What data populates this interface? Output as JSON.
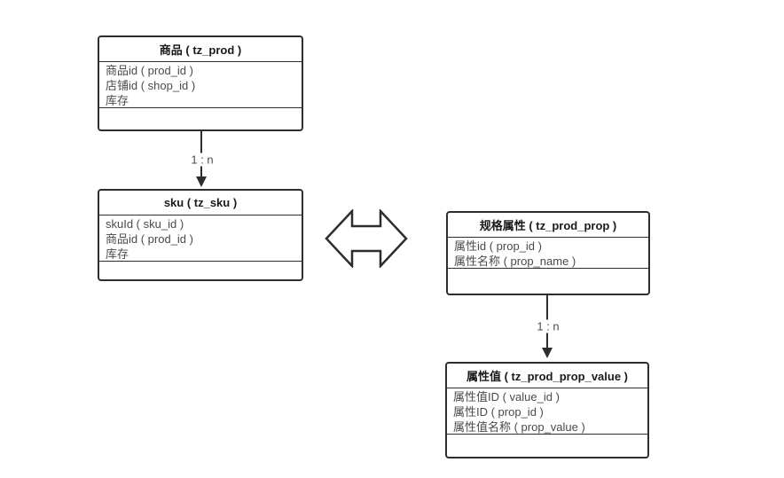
{
  "diagram": {
    "background_color": "#ffffff",
    "border_color": "#2d2d2d",
    "title_color": "#1a1a1a",
    "field_color": "#4a4a4a",
    "label_color": "#4d4d4d"
  },
  "entities": [
    {
      "name": "prod",
      "title": "商品 ( tz_prod )",
      "fields": [
        "商品id ( prod_id )",
        "店铺id ( shop_id )",
        "库存"
      ]
    },
    {
      "name": "sku",
      "title": "sku ( tz_sku )",
      "fields": [
        "skuId ( sku_id )",
        "商品id ( prod_id )",
        "库存"
      ]
    },
    {
      "name": "prod_prop",
      "title": "规格属性 ( tz_prod_prop )",
      "fields": [
        "属性id ( prop_id )",
        "属性名称 ( prop_name )"
      ]
    },
    {
      "name": "prod_prop_value",
      "title": "属性值 ( tz_prod_prop_value )",
      "fields": [
        "属性值ID ( value_id )",
        "属性ID ( prop_id )",
        "属性值名称 ( prop_value )"
      ]
    }
  ],
  "connectors": [
    {
      "from": "商品 ( tz_prod )",
      "to": "sku ( tz_sku )",
      "label": "1 : n"
    },
    {
      "from": "规格属性 ( tz_prod_prop )",
      "to": "属性值 ( tz_prod_prop_value )",
      "label": "1 : n"
    }
  ],
  "shapes": [
    {
      "type": "double-horizontal-arrow"
    }
  ]
}
